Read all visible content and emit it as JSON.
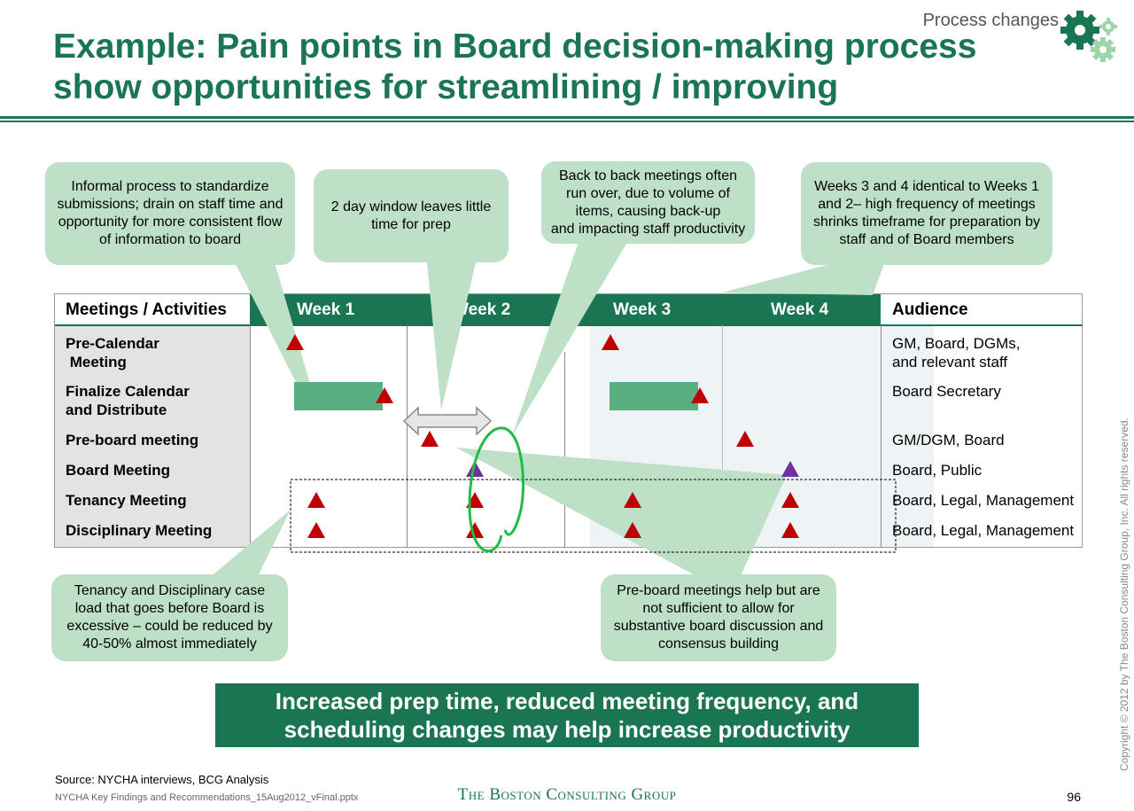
{
  "header": {
    "section_label": "Process changes",
    "title_line1": "Example: Pain points in Board decision-making process",
    "title_line2": "show opportunities for streamlining / improving"
  },
  "callouts": {
    "informal": [
      "Informal process to standardize",
      "submissions; drain on staff time and",
      "opportunity for more consistent flow",
      "of information to board"
    ],
    "window": [
      "2 day window leaves little",
      "time for prep"
    ],
    "back_to_back": [
      "Back to back meetings often",
      "run over, due to volume of",
      "items, causing back-up",
      "and impacting staff productivity"
    ],
    "weeks": [
      "Weeks  3 and 4 identical to Weeks 1",
      "and 2– high frequency of meetings",
      "shrinks timeframe for preparation by",
      "staff and of Board members"
    ],
    "tenancy": [
      "Tenancy and Disciplinary case",
      "load that goes before Board is",
      "excessive – could be reduced by",
      "40-50% almost immediately"
    ],
    "preboard": [
      "Pre-board meetings help but are",
      "not sufficient to allow for",
      "substantive board discussion and",
      "consensus building"
    ]
  },
  "table": {
    "header_activities": "Meetings / Activities",
    "weeks": [
      "Week 1",
      "Week 2",
      "Week 3",
      "Week 4"
    ],
    "header_audience": "Audience",
    "rows": [
      {
        "label": [
          "Pre-Calendar",
          " Meeting"
        ],
        "audience": [
          "GM, Board, DGMs,",
          "and relevant staff"
        ]
      },
      {
        "label": [
          "Finalize Calendar",
          "and Distribute"
        ],
        "audience": [
          "Board Secretary"
        ]
      },
      {
        "label": [
          "Pre-board meeting"
        ],
        "audience": [
          "GM/DGM, Board"
        ]
      },
      {
        "label": [
          "Board Meeting"
        ],
        "audience": [
          "Board, Public"
        ]
      },
      {
        "label": [
          "Tenancy Meeting"
        ],
        "audience": [
          "Board, Legal, Management"
        ]
      },
      {
        "label": [
          "Disciplinary Meeting"
        ],
        "audience": [
          "Board, Legal, Management"
        ]
      }
    ]
  },
  "conclusion": [
    "Increased prep time, reduced meeting frequency, and",
    "scheduling changes may help increase productivity"
  ],
  "footer": {
    "source": "Source: NYCHA interviews, BCG Analysis",
    "file": "NYCHA Key Findings and Recommendations_15Aug2012_vFinal.pptx",
    "firm": "The Boston Consulting Group",
    "page": "96",
    "copyright": "Copyright © 2012 by The Boston Consulting Group, Inc. All rights reserved."
  },
  "colors": {
    "brand_green": "#1a7553",
    "callout_green": "#bde0c7",
    "bar_green": "#5aaf80",
    "triangle_red": "#c00000",
    "triangle_purple": "#7030a0",
    "highlight_circle": "#22bb44"
  },
  "icon": "gears-icon"
}
